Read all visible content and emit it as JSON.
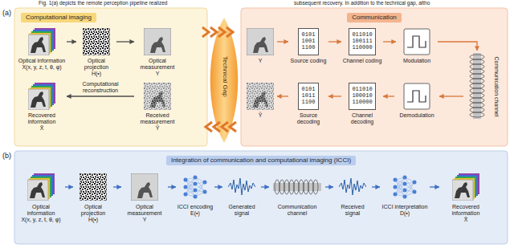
{
  "diagram": {
    "nodes": [
      {
        "text": [
          "Computational imaging"
        ]
      },
      {
        "text": [
          "Optical information",
          "X(x, y, z, t, θ, φ)"
        ],
        "in": 0
      },
      {
        "text": [
          "Optical projection",
          "H(•)"
        ],
        "in": 0
      },
      {
        "text": [
          "Optical measurement",
          "Y"
        ],
        "in": 0
      },
      {
        "text": [
          "Recovered information",
          "X̂"
        ],
        "in": 0
      },
      {
        "text": [
          "Received measurement",
          "Ŷ"
        ],
        "in": 0
      },
      {
        "text": [
          "Technical Gap"
        ]
      },
      {
        "text": [
          "Communication"
        ]
      },
      {
        "text": [
          "Y"
        ],
        "in": 7
      },
      {
        "text": [
          "0101 1001 1100",
          "Source coding"
        ],
        "in": 7
      },
      {
        "text": [
          "011010 100111 110000",
          "Channel coding"
        ],
        "in": 7
      },
      {
        "text": [
          "Modulation"
        ],
        "in": 7
      },
      {
        "text": [
          "Communication channel"
        ],
        "in": 7
      },
      {
        "text": [
          "Demodulation"
        ],
        "in": 7
      },
      {
        "text": [
          "011010 100010 110000",
          "Channel decoding"
        ],
        "in": 7
      },
      {
        "text": [
          "0101 1011 1100",
          "Source decoding"
        ],
        "in": 7
      },
      {
        "text": [
          "Ŷ"
        ],
        "in": 7
      },
      {
        "text": [
          "Integration of communication and computational imaging (ICCI)"
        ]
      },
      {
        "text": [
          "Optical information",
          "X(x, y, z, t, θ, φ)"
        ],
        "in": 17
      },
      {
        "text": [
          "Optical projection",
          "H(•)"
        ],
        "in": 17
      },
      {
        "text": [
          "Optical measurement",
          "Y"
        ],
        "in": 17
      },
      {
        "text": [
          "ICCI encoding",
          "E(•)"
        ],
        "in": 17
      },
      {
        "text": [
          "Generated signal"
        ],
        "in": 17
      },
      {
        "text": [
          "Communication channel"
        ],
        "in": 17
      },
      {
        "text": [
          "Received signal"
        ],
        "in": 17
      },
      {
        "text": [
          "ICCI interpretation",
          "D(•)"
        ],
        "in": 17
      },
      {
        "text": [
          "Recovered information",
          "X̂"
        ],
        "in": 17
      }
    ],
    "edges": [
      {
        "from": 1,
        "to": 2,
        "arrow": "to"
      },
      {
        "from": 2,
        "to": 3,
        "arrow": "to"
      },
      {
        "from": 5,
        "to": 4,
        "label": "Computational reconstruction",
        "arrow": "to"
      },
      {
        "from": 8,
        "to": 9,
        "arrow": "to"
      },
      {
        "from": 9,
        "to": 10,
        "arrow": "to"
      },
      {
        "from": 10,
        "to": 11,
        "arrow": "to"
      },
      {
        "from": 11,
        "to": 12,
        "arrow": "to"
      },
      {
        "from": 12,
        "to": 13,
        "arrow": "to"
      },
      {
        "from": 13,
        "to": 14,
        "arrow": "to"
      },
      {
        "from": 14,
        "to": 15,
        "arrow": "to"
      },
      {
        "from": 15,
        "to": 16,
        "arrow": "to"
      },
      {
        "from": 18,
        "to": 19,
        "arrow": "to"
      },
      {
        "from": 19,
        "to": 20,
        "arrow": "to"
      },
      {
        "from": 20,
        "to": 21,
        "arrow": "to"
      },
      {
        "from": 21,
        "to": 22,
        "arrow": "to"
      },
      {
        "from": 22,
        "to": 23,
        "arrow": "to"
      },
      {
        "from": 23,
        "to": 24,
        "arrow": "to"
      },
      {
        "from": 24,
        "to": 25,
        "arrow": "to"
      },
      {
        "from": 25,
        "to": 26,
        "arrow": "to"
      }
    ],
    "labels": [
      "Fig. 1(a) depicts the remote perception pipeline realized",
      "subsequent recovery. In addition to the technical gap, altho",
      "(a)",
      "(b)"
    ]
  }
}
